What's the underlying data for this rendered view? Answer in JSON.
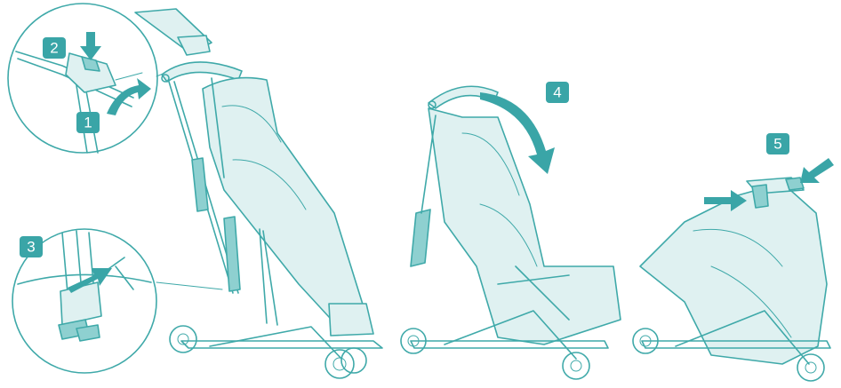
{
  "steps": [
    {
      "label": "1"
    },
    {
      "label": "2"
    },
    {
      "label": "3"
    },
    {
      "label": "4"
    },
    {
      "label": "5"
    }
  ],
  "colors": {
    "line": "#3fa9a9",
    "accent": "#3aa5a7",
    "fill_pale": "#dff1f1",
    "fill_mid": "#8ed0d0",
    "background": "#ffffff"
  }
}
